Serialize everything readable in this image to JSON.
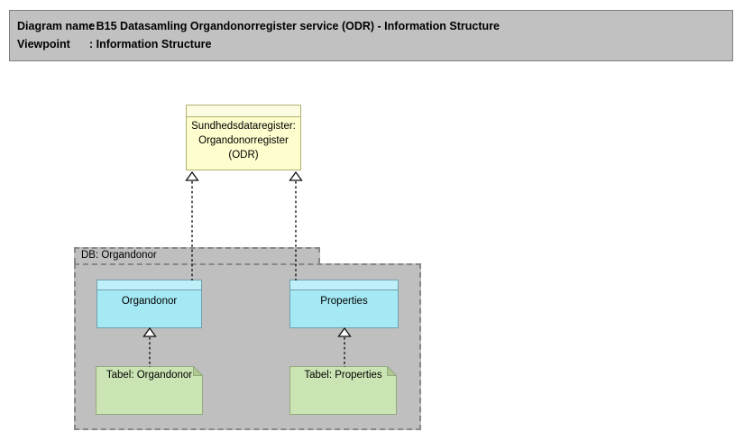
{
  "header": {
    "rows": [
      {
        "label": "Diagram name",
        "value": ": B15 Datasamling Organdonorregister service (ODR) - Information Structure"
      },
      {
        "label": "Viewpoint",
        "value": ": Information Structure"
      }
    ]
  },
  "diagram": {
    "register": {
      "lines": [
        "Sundhedsdataregister:",
        "Organdonorregister",
        "(ODR)"
      ],
      "full_label": "Sundhedsdataregister: Organdonorregister (ODR)"
    },
    "group": {
      "label": "DB: Organdonor"
    },
    "entities": [
      {
        "label": "Organdonor"
      },
      {
        "label": "Properties"
      }
    ],
    "tables": [
      {
        "label": "Tabel: Organdonor"
      },
      {
        "label": "Tabel: Properties"
      }
    ],
    "relations": [
      {
        "type": "realization",
        "from": "Organdonor",
        "to": "Sundhedsdataregister: Organdonorregister (ODR)",
        "line": "dashed",
        "arrowhead": "hollow-triangle"
      },
      {
        "type": "realization",
        "from": "Properties",
        "to": "Sundhedsdataregister: Organdonorregister (ODR)",
        "line": "dashed",
        "arrowhead": "hollow-triangle"
      },
      {
        "type": "realization",
        "from": "Tabel: Organdonor",
        "to": "Organdonor",
        "line": "dashed",
        "arrowhead": "hollow-triangle"
      },
      {
        "type": "realization",
        "from": "Tabel: Properties",
        "to": "Properties",
        "line": "dashed",
        "arrowhead": "hollow-triangle"
      }
    ],
    "colors": {
      "header_bg": "#c1c1c1",
      "header_border": "#7e7e7e",
      "register_fill": "#fdfdcd",
      "register_band": "#fcfce3",
      "register_border": "#b1b16c",
      "group_fill": "#bfbfbf",
      "group_border": "#878787",
      "entity_fill": "#a5e9f4",
      "entity_band": "#bff0fa",
      "entity_border": "#6fa0ac",
      "table_fill": "#cbe4b4",
      "table_fold": "#afc890",
      "table_border": "#93a97c",
      "arrow_color": "#111111"
    }
  }
}
